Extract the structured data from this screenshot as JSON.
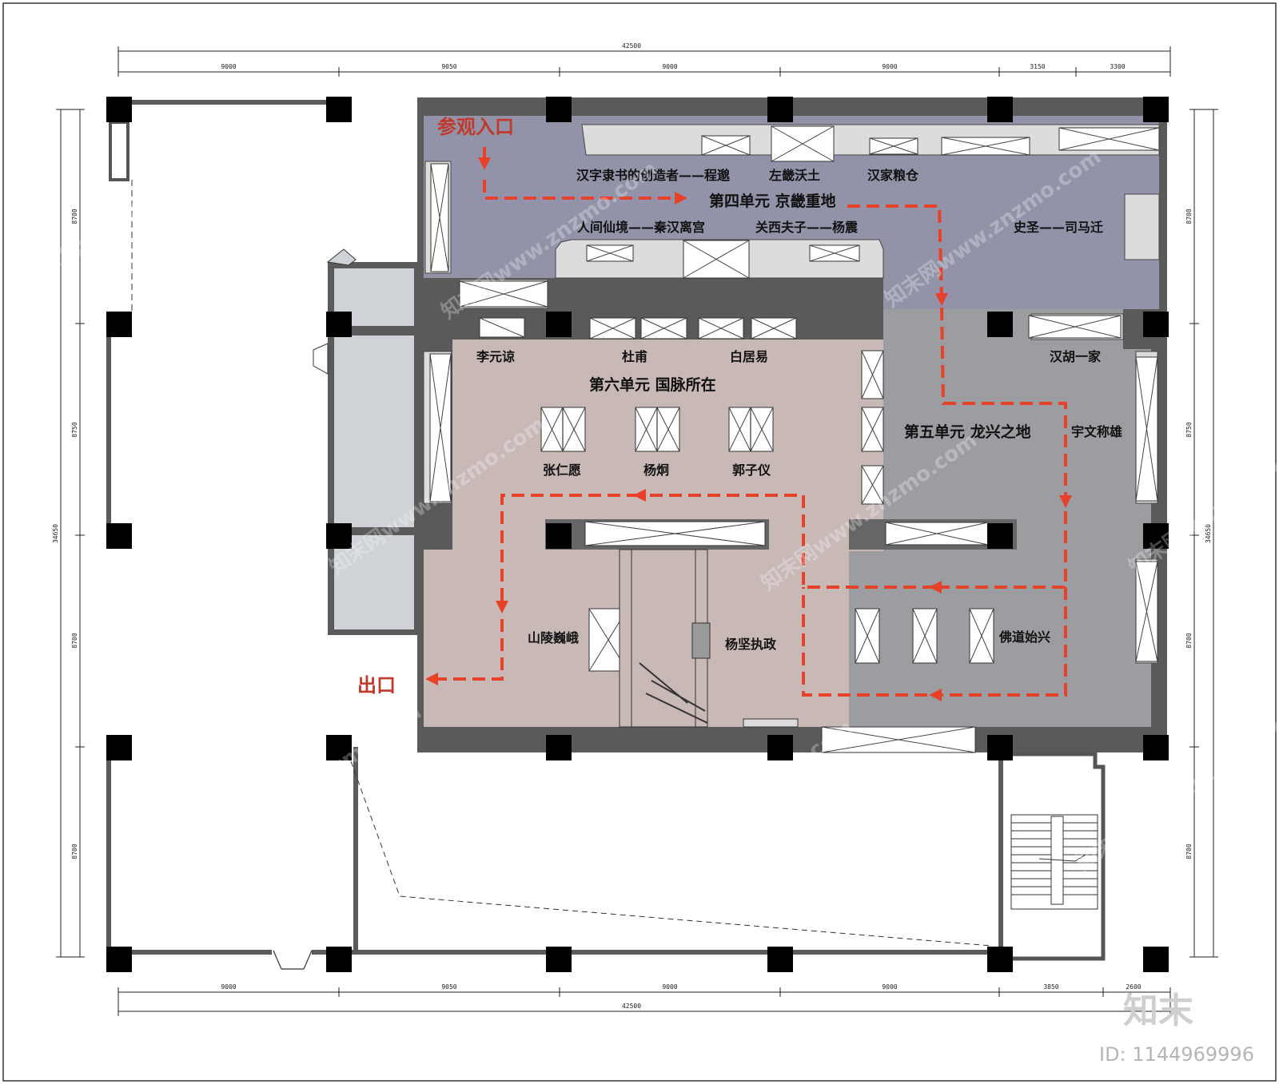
{
  "route": {
    "entrance": "参观入口",
    "exit": "出口"
  },
  "units": {
    "unit4": "第四单元  京畿重地",
    "unit5": "第五单元  龙兴之地",
    "unit6": "第六单元  国脉所在"
  },
  "labels": {
    "chengmiao": "汉字隶书的创造者——程邈",
    "zuojifutu": "左畿沃土",
    "hanjialiangcang": "汉家粮仓",
    "renjianxianjing": "人间仙境——秦汉离宫",
    "guanxifuzi": "关西夫子——杨震",
    "shisheng": "史圣——司马迁",
    "liyuanliang": "李元谅",
    "dufu": "杜甫",
    "baijuyi": "白居易",
    "hanhuyijia": "汉胡一家",
    "yuwenchengxiong": "宇文称雄",
    "zhangrenyuan": "张仁愿",
    "yangjiong": "杨炯",
    "guoziyi": "郭子仪",
    "shanlingweie": "山陵巍峨",
    "yangjianzhizheng": "杨坚执政",
    "fodaoshixing": "佛道始兴"
  },
  "dimensions": {
    "top_total": "42500",
    "top_segments": [
      "9000",
      "9050",
      "9000",
      "9000",
      "3150",
      "3300"
    ],
    "bottom_total": "42500",
    "bottom_segments": [
      "9000",
      "9050",
      "9000",
      "9000",
      "3850",
      "2600"
    ],
    "left_total": "34650",
    "left_segments": [
      "8700",
      "8750",
      "8700",
      "8700"
    ],
    "right_total": "34650",
    "right_segments": [
      "8700",
      "8750",
      "8700",
      "8700"
    ]
  },
  "watermark": {
    "text": "知末网www.znzmo.com",
    "brand": "知末",
    "image_id": "ID: 1144969996"
  },
  "colors": {
    "unit4_bg": "#9293a8",
    "unit5_bg": "#9b9da0",
    "unit6_bg": "#c8b9b7",
    "corridor_bg": "#cfd2d6",
    "route": "#e8412a",
    "column": "#000000"
  }
}
